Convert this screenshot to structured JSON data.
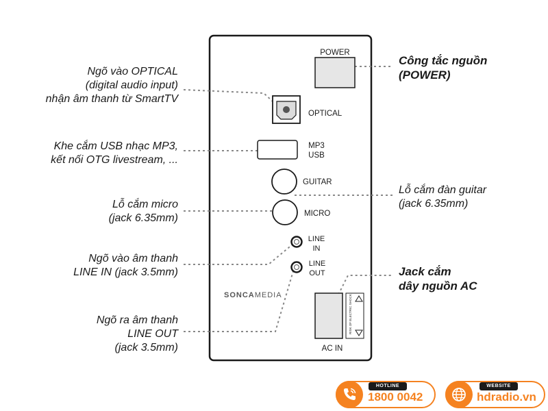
{
  "panel": {
    "power_label": "POWER",
    "optical_label": "OPTICAL",
    "mp3_label": "MP3",
    "usb_label": "USB",
    "guitar_label": "GUITAR",
    "micro_label": "MICRO",
    "line_in_line1": "LINE",
    "line_in_line2": "IN",
    "line_out_line1": "LINE",
    "line_out_line2": "OUT",
    "brand_bold": "SONCA",
    "brand_light": "MEDIA",
    "warning_text": "RISK OF ELECTRIC SHOCK",
    "ac_in_label": "AC IN"
  },
  "callouts": {
    "optical": "Ngõ vào OPTICAL\n(digital audio input)\nnhận âm thanh từ SmartTV",
    "usb": "Khe cắm USB nhạc MP3,\nkết nối OTG livestream, ...",
    "micro": "Lỗ cắm micro\n(jack 6.35mm)",
    "line_in": "Ngõ vào âm thanh\nLINE IN (jack 3.5mm)",
    "line_out": "Ngõ ra âm thanh\nLINE OUT\n(jack 3.5mm)",
    "power": "Công tắc nguồn\n(POWER)",
    "guitar": "Lỗ cắm đàn guitar\n(jack 6.35mm)",
    "ac": "Jack cắm\ndây nguồn AC"
  },
  "footer": {
    "hotline_tag": "HOTLINE",
    "hotline_number": "1800 0042",
    "website_tag": "WEBSITE",
    "website_url": "hdradio.vn",
    "hotline_icon": "phone-icon",
    "website_icon": "globe-icon"
  },
  "colors": {
    "brand_orange": "#f58220",
    "panel_stroke": "#1a1a1a",
    "leader_line": "#888888",
    "switch_fill": "#e6e6e6"
  }
}
